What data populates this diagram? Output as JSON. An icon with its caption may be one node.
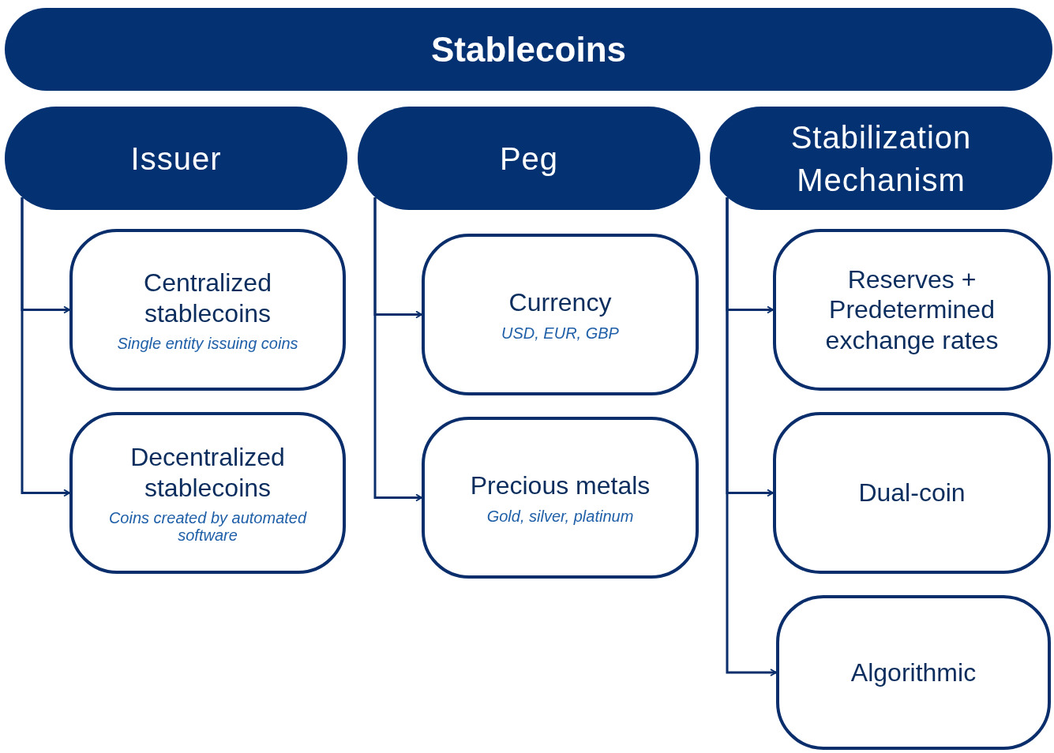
{
  "diagram": {
    "nodes": [
      {
        "text": [
          "Stablecoins"
        ]
      },
      {
        "text": [
          "Issuer"
        ]
      },
      {
        "text": [
          "Centralized stablecoins",
          "Single entity issuing coins"
        ]
      },
      {
        "text": [
          "Decentralized stablecoins",
          "Coins created by automated software"
        ]
      },
      {
        "text": [
          "Peg"
        ]
      },
      {
        "text": [
          "Currency",
          "USD, EUR, GBP"
        ]
      },
      {
        "text": [
          "Precious metals",
          "Gold, silver, platinum"
        ]
      },
      {
        "text": [
          "Stabilization Mechanism"
        ]
      },
      {
        "text": [
          "Reserves + Predetermined exchange rates"
        ]
      },
      {
        "text": [
          "Dual-coin"
        ]
      },
      {
        "text": [
          "Algorithmic"
        ]
      }
    ],
    "edges": [
      {
        "from": 1,
        "to": 2,
        "arrow": "to"
      },
      {
        "from": 1,
        "to": 3,
        "arrow": "to"
      },
      {
        "from": 4,
        "to": 5,
        "arrow": "to"
      },
      {
        "from": 4,
        "to": 6,
        "arrow": "to"
      },
      {
        "from": 7,
        "to": 8,
        "arrow": "to"
      },
      {
        "from": 7,
        "to": 9,
        "arrow": "to"
      },
      {
        "from": 7,
        "to": 10,
        "arrow": "to"
      }
    ]
  }
}
